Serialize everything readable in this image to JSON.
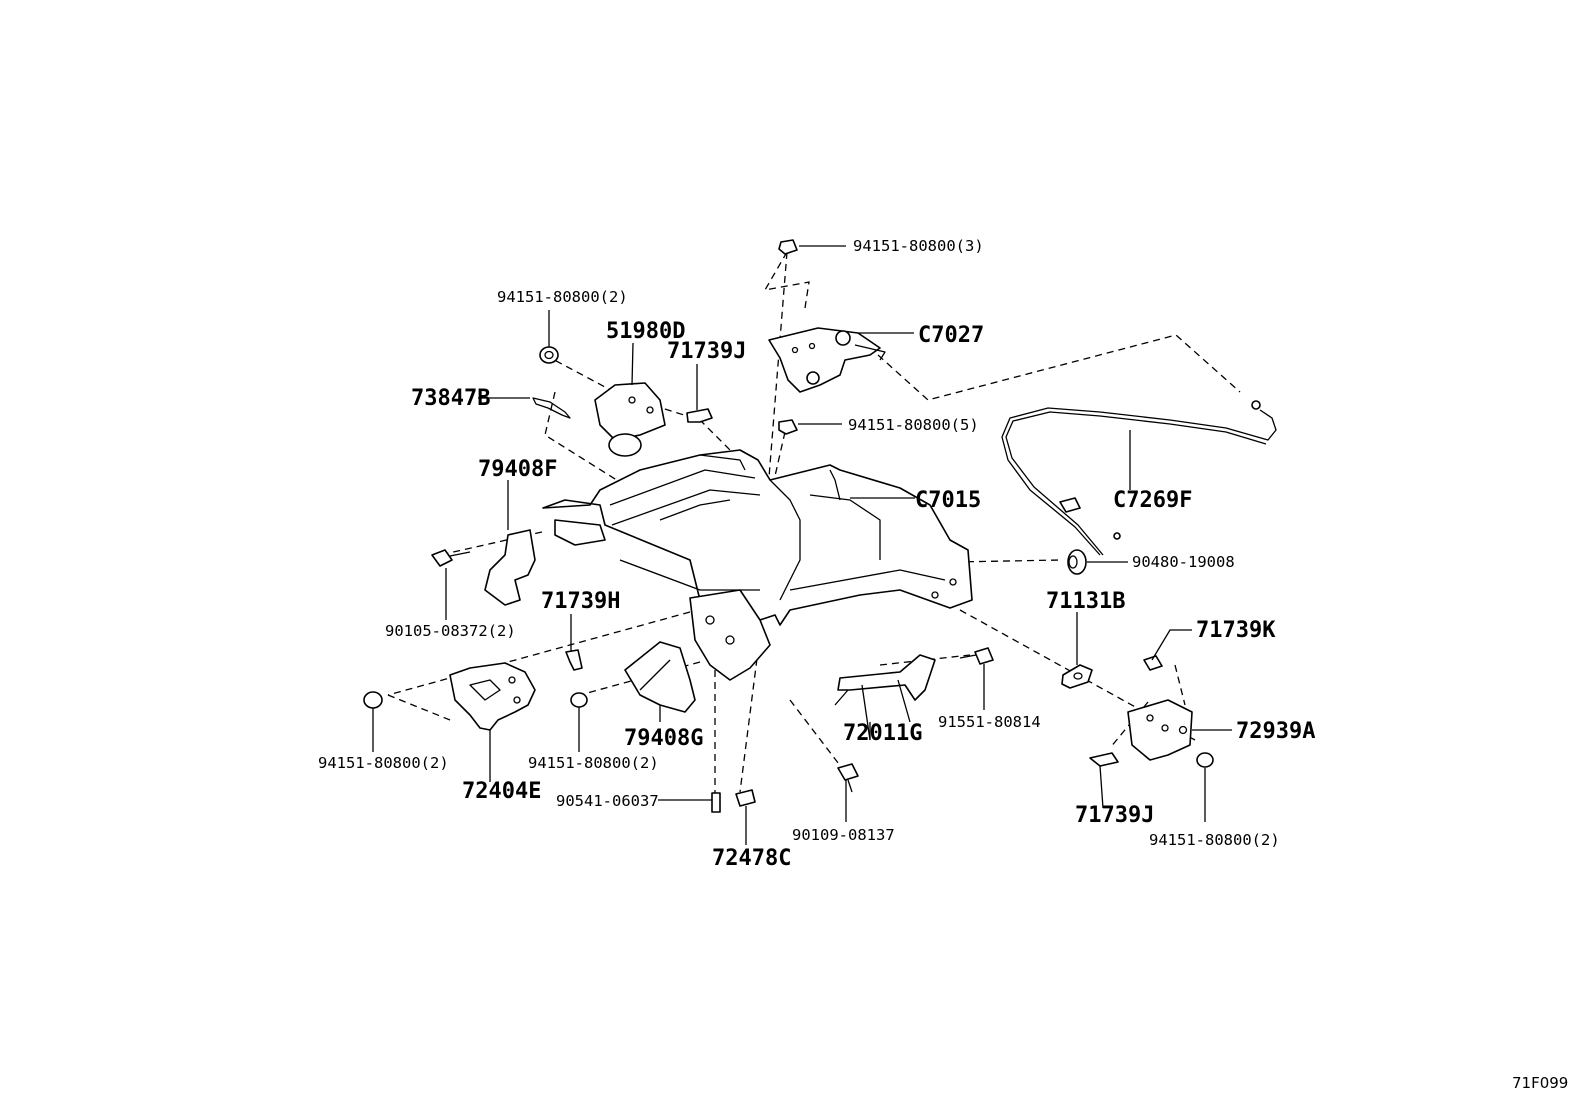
{
  "diagram_ref": "71F099",
  "callouts": {
    "c_94151_3": "94151-80800(3)",
    "c_94151_2_top": "94151-80800(2)",
    "c_51980D": "51980D",
    "c_71739J_top": "71739J",
    "c_C7027": "C7027",
    "c_73847B": "73847B",
    "c_94151_5": "94151-80800(5)",
    "c_79408F": "79408F",
    "c_C7015": "C7015",
    "c_C7269F": "C7269F",
    "c_90480": "90480-19008",
    "c_90105": "90105-08372(2)",
    "c_71739H": "71739H",
    "c_71131B": "71131B",
    "c_71739K": "71739K",
    "c_72939A": "72939A",
    "c_91551": "91551-80814",
    "c_72011G": "72011G",
    "c_79408G": "79408G",
    "c_94151_2_left": "94151-80800(2)",
    "c_94151_2_mid": "94151-80800(2)",
    "c_72404E": "72404E",
    "c_90541": "90541-06037",
    "c_90109": "90109-08137",
    "c_72478C": "72478C",
    "c_71739J_bottom": "71739J",
    "c_94151_2_right": "94151-80800(2)"
  }
}
